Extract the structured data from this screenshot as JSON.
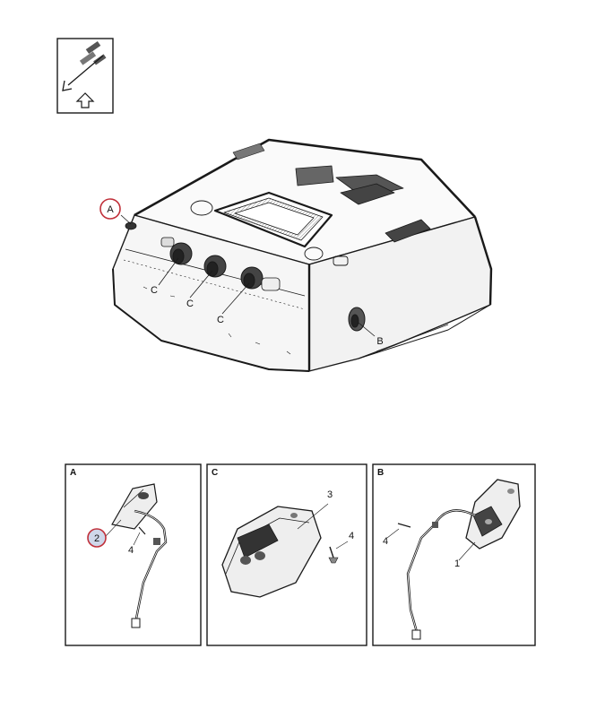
{
  "main_view": {
    "callouts": {
      "a": "A",
      "b": "B",
      "c1": "C",
      "c2": "C",
      "c3": "C"
    }
  },
  "detail_panels": [
    {
      "id": "A",
      "numbers": [
        "2",
        "4"
      ]
    },
    {
      "id": "C",
      "numbers": [
        "3",
        "4"
      ]
    },
    {
      "id": "B",
      "numbers": [
        "4",
        "1"
      ]
    }
  ],
  "colors": {
    "callout_circle": "#c0303a",
    "highlight_fill": "#cfd7ea",
    "line": "#1a1a1a"
  },
  "icons": {
    "view_indicator": "install-arrow-icon"
  }
}
